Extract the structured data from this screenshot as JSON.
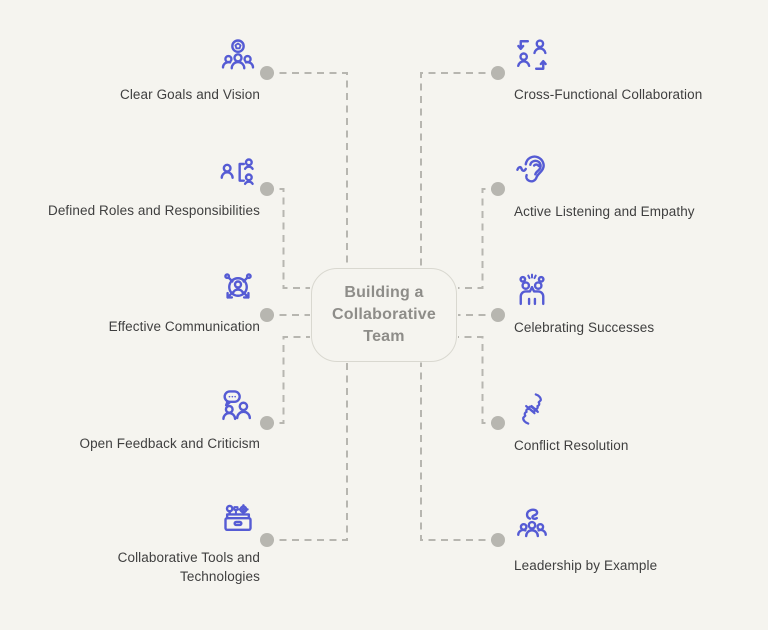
{
  "center_node": {
    "title": "Building a\nCollaborative\nTeam"
  },
  "colors": {
    "background": "#f5f4ef",
    "icon_accent": "#555bd4",
    "label_text": "#3f3f3f",
    "center_text": "#8e8d89",
    "connector_gray": "#b7b6b0",
    "node_border": "#d9d8d0"
  },
  "items": {
    "left": [
      {
        "label": "Clear Goals and Vision",
        "icon": "team-goals-icon"
      },
      {
        "label": "Defined Roles and Responsibilities",
        "icon": "org-roles-icon"
      },
      {
        "label": "Effective Communication",
        "icon": "communication-arrows-icon"
      },
      {
        "label": "Open Feedback and Criticism",
        "icon": "feedback-chat-icon"
      },
      {
        "label": "Collaborative Tools and\nTechnologies",
        "icon": "toolbox-icon"
      }
    ],
    "right": [
      {
        "label": "Cross-Functional Collaboration",
        "icon": "swap-people-icon"
      },
      {
        "label": "Active Listening and Empathy",
        "icon": "ear-listening-icon"
      },
      {
        "label": "Celebrating Successes",
        "icon": "high-five-icon"
      },
      {
        "label": "Conflict Resolution",
        "icon": "clasped-hands-icon"
      },
      {
        "label": "Leadership by Example",
        "icon": "leader-flag-icon"
      }
    ]
  }
}
